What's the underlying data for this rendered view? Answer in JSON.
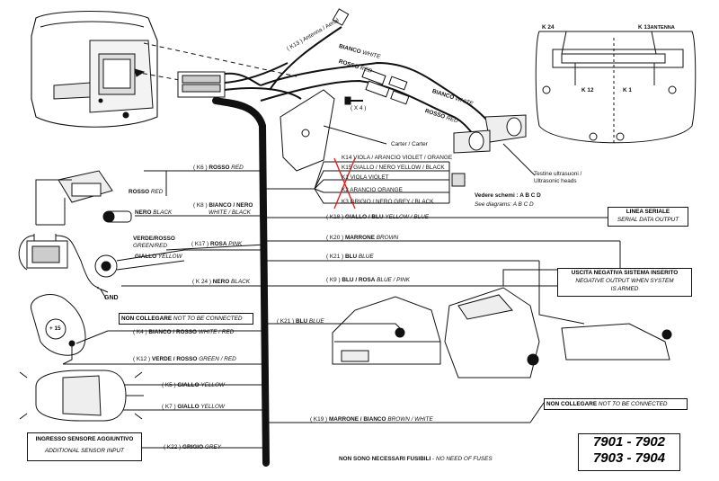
{
  "connector_labels": {
    "k24": "K 24",
    "k13": "K 13",
    "antenna": "ANTENNA",
    "k12": "K 12",
    "k1": "K 1"
  },
  "top": {
    "k13_antenna": "( K13 ) Antenna / Aerial",
    "bianco": "BIANCO",
    "white": "WHITE",
    "rosso": "ROSSO",
    "red": "RED",
    "x4": "( X 4 )",
    "carter": "Carter / Carter",
    "sensor_heads": "Testine ultrasuoni / Ultrasonic heads"
  },
  "wires": {
    "k6_code": "( K6 )",
    "k6_it": "ROSSO",
    "k6_en": "RED",
    "k8_code": "( K8 )",
    "k8_it": "BIANCO / NERO",
    "k8_en": "WHITE / BLACK",
    "k17_code": "( K17 )",
    "k17_it": "ROSA",
    "k17_en": "PINK",
    "k24_code": "( K 24 )",
    "k24_it": "NERO",
    "k24_en": "BLACK",
    "k4_code": "( K4 )",
    "k4_it": "BIANCO / ROSSO",
    "k4_en": "WHITE / RED",
    "k12_code": "( K12 )",
    "k12_it": "VERDE / ROSSO",
    "k12_en": "GREEN / RED",
    "k5_code": "( K5 )",
    "k5_it": "GIALLO",
    "k5_en": "YELLOW",
    "k7_code": "( K7 )",
    "k7_it": "GIALLO",
    "k7_en": "YELLOW",
    "k22_code": "( K22 )",
    "k22_it": "GRIGIO",
    "k22_en": "GREY",
    "k18_code": "( K18 )",
    "k18_it": "GIALLO / BLU",
    "k18_en": "YELLOW / BLUE",
    "k20_code": "( K20 )",
    "k20_it": "MARRONE",
    "k20_en": "BROWN",
    "k21_code": "( K21 )",
    "k21_it": "BLU",
    "k21_en": "BLUE",
    "k9_code": "( K9 )",
    "k9_it": "BLU / ROSA",
    "k9_en": "BLUE / PINK",
    "k21b_code": "( K21 )",
    "k21b_it": "BLU",
    "k21b_en": "BLUE",
    "k19_code": "( K19 )",
    "k19_it": "MARRONE / BIANCO",
    "k19_en": "BROWN / WHITE"
  },
  "crossed_wires": {
    "k14": "K14 VIOLA / ARANCIO VIOLET / ORANGE",
    "k15": "K15 GIALLO / NERO YELLOW / BLACK",
    "k1": "K1 VIOLA VIOLET",
    "k2": "K2 ARANCIO ORANGE",
    "k3": "K3 GRIGIO / NERO GREY / BLACK",
    "vedere": "Vedere schemi : A B C D",
    "see": "See diagrams: A B C D"
  },
  "left": {
    "rosso_red_it": "ROSSO",
    "rosso_red_en": "RED",
    "nero_black_it": "NERO",
    "nero_black_en": "BLACK",
    "verde_rosso": "VERDE/ROSSO",
    "green_red": "GREEN/RED",
    "giallo_it": "GIALLO",
    "giallo_en": "YELLOW",
    "gnd": "GND",
    "plus15": "+ 15"
  },
  "boxes": {
    "non_collegare_1_it": "NON COLLEGARE",
    "non_collegare_1_en": "NOT TO BE CONNECTED",
    "linea_seriale_it": "LINEA SERIALE",
    "linea_seriale_en": "SERIAL DATA OUTPUT",
    "uscita_it": "USCITA NEGATIVA SISTEMA INSERITO",
    "uscita_en1": "NEGATIVE OUTPUT WHEN SYSTEM",
    "uscita_en2": "IS ARMED",
    "non_collegare_2_it": "NON COLLEGARE",
    "non_collegare_2_en": "NOT TO BE CONNECTED",
    "ingresso_it": "INGRESSO SENSORE AGGIUNTIVO",
    "ingresso_en": "ADDITIONAL SENSOR INPUT",
    "fusibili_it": "NON SONO NECESSARI FUSIBILI",
    "fusibili_en": "NO NEED OF FUSES"
  },
  "models": {
    "line1": "7901 - 7902",
    "line2": "7903 - 7904"
  }
}
